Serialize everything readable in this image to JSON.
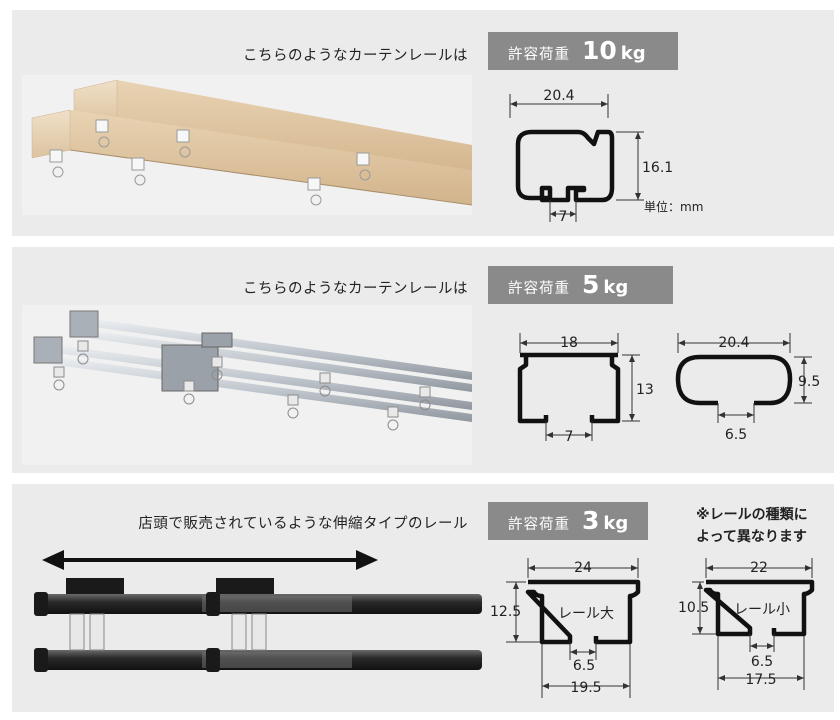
{
  "section1": {
    "caption": "こちらのようなカーテンレールは",
    "badge": {
      "label": "許容荷重",
      "value": "10",
      "unit": "kg"
    },
    "dimensions": {
      "width": "20.4",
      "height": "16.1",
      "opening": "7"
    },
    "unit_note": "単位：mm"
  },
  "section2": {
    "caption": "こちらのようなカーテンレールは",
    "badge": {
      "label": "許容荷重",
      "value": "5",
      "unit": "kg"
    },
    "rail_a": {
      "width": "18",
      "height": "13",
      "opening": "7"
    },
    "rail_b": {
      "width": "20.4",
      "height": "9.5",
      "opening": "6.5"
    }
  },
  "section3": {
    "caption": "店頭で販売されているような伸縮タイプのレール",
    "badge": {
      "label": "許容荷重",
      "value": "3",
      "unit": "kg"
    },
    "note_line1": "※レールの種類に",
    "note_line2": "よって異なります",
    "rail_large": {
      "name": "レール大",
      "width": "24",
      "height": "12.5",
      "opening": "6.5",
      "base": "19.5"
    },
    "rail_small": {
      "name": "レール小",
      "width": "22",
      "height": "10.5",
      "opening": "6.5",
      "base": "17.5"
    }
  },
  "colors": {
    "panel_bg": "#ebebeb",
    "badge_bg": "#8a8a8a",
    "wood": "#e6cfae",
    "steel": "#c4c9cf",
    "dark_rail": "#2a2a2a"
  },
  "icons": [
    "double-arrow-icon"
  ]
}
